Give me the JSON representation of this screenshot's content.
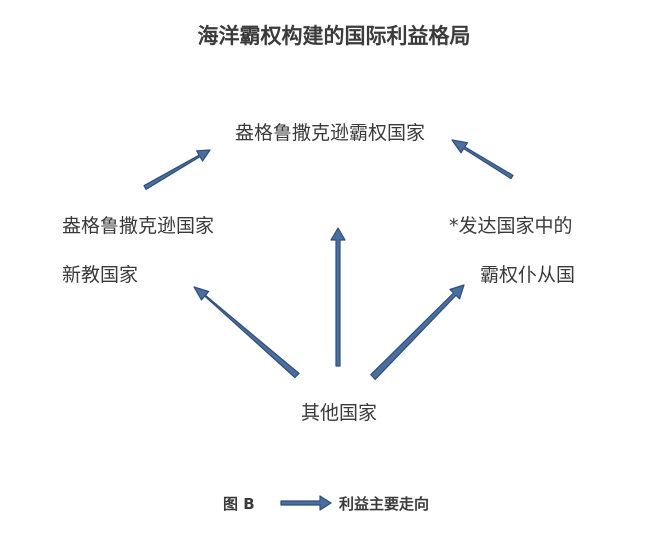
{
  "title": "海洋霸权构建的国际利益格局",
  "nodes": {
    "top": "盎格鲁撒克逊霸权国家",
    "left_line1": "盎格鲁撒克逊国家",
    "left_line2": "新教国家",
    "right_line1": "*发达国家中的",
    "right_line2": "霸权仆从国",
    "bottom": "其他国家"
  },
  "legend": {
    "figure_label": "图 B",
    "arrow_meaning": "利益主要走向"
  },
  "colors": {
    "arrow_fill": "#4a6f9e",
    "arrow_stroke": "#2f4e78"
  }
}
